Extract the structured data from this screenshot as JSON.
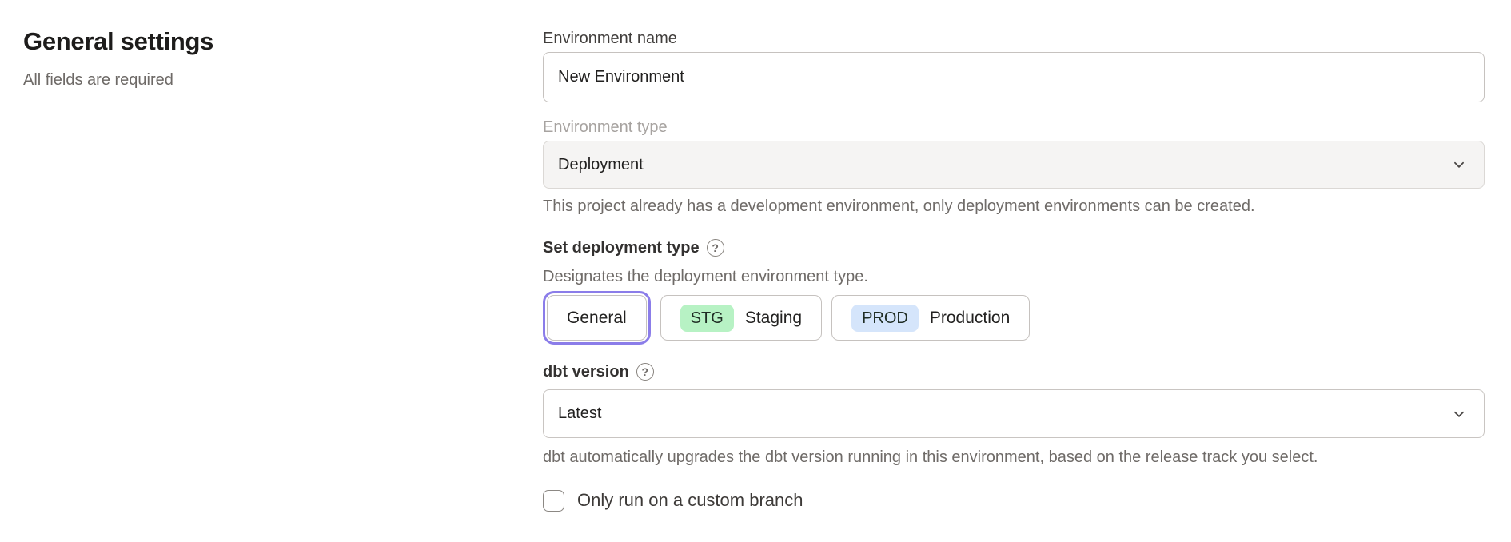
{
  "page": {
    "title": "General settings",
    "subtitle": "All fields are required"
  },
  "form": {
    "environment_name": {
      "label": "Environment name",
      "value": "New Environment"
    },
    "environment_type": {
      "label": "Environment type",
      "value": "Deployment",
      "helper": "This project already has a development environment, only deployment environments can be created.",
      "disabled": true
    },
    "deployment_type": {
      "label": "Set deployment type",
      "helper": "Designates the deployment environment type.",
      "options": [
        {
          "label": "General",
          "badge": "",
          "selected": true
        },
        {
          "label": "Staging",
          "badge": "STG",
          "badge_color": "#b7f2c4",
          "selected": false
        },
        {
          "label": "Production",
          "badge": "PROD",
          "badge_color": "#d5e5fb",
          "selected": false
        }
      ]
    },
    "dbt_version": {
      "label": "dbt version",
      "value": "Latest",
      "helper": "dbt automatically upgrades the dbt version running in this environment, based on the release track you select."
    },
    "custom_branch": {
      "label": "Only run on a custom branch",
      "checked": false
    }
  },
  "icons": {
    "help": "?"
  },
  "colors": {
    "accent_purple": "#8b7de9",
    "staging_badge": "#b7f2c4",
    "production_badge": "#d5e5fb",
    "disabled_bg": "#f5f4f3"
  }
}
